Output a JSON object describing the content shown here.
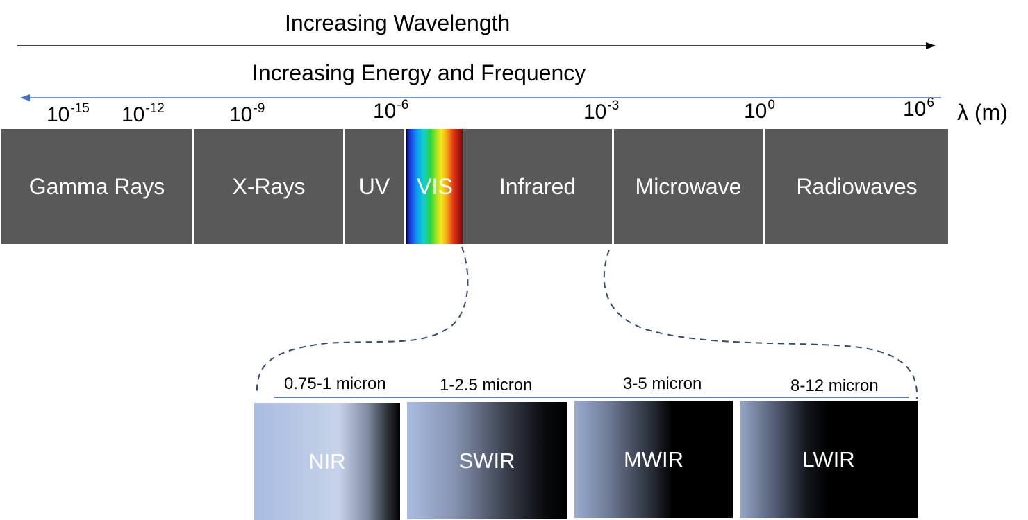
{
  "header": {
    "wavelength_label": "Increasing Wavelength",
    "energy_label": "Increasing Energy and Frequency"
  },
  "scale": {
    "ticks": [
      {
        "base": "10",
        "exp": "-15"
      },
      {
        "base": "10",
        "exp": "-12"
      },
      {
        "base": "10",
        "exp": "-9"
      },
      {
        "base": "10",
        "exp": "-6"
      },
      {
        "base": "10",
        "exp": "-3"
      },
      {
        "base": "10",
        "exp": "0"
      },
      {
        "base": "10",
        "exp": "6"
      }
    ],
    "unit": "λ (m)"
  },
  "bands": [
    {
      "label": "Gamma Rays"
    },
    {
      "label": "X-Rays"
    },
    {
      "label": "UV"
    },
    {
      "label": "VIS"
    },
    {
      "label": "Infrared"
    },
    {
      "label": "Microwave"
    },
    {
      "label": "Radiowaves"
    }
  ],
  "infrared_detail": {
    "ranges": [
      {
        "range": "0.75-1 micron",
        "name": "NIR"
      },
      {
        "range": "1-2.5 micron",
        "name": "SWIR"
      },
      {
        "range": "3-5 micron",
        "name": "MWIR"
      },
      {
        "range": "8-12 micron",
        "name": "LWIR"
      }
    ]
  },
  "colors": {
    "band_fill": "#595959",
    "band_text": "#ffffff",
    "energy_arrow": "#4472c4",
    "wavelength_arrow": "#000000",
    "dash_curve": "#2f4a75",
    "sub_divider": "#2f5597"
  }
}
